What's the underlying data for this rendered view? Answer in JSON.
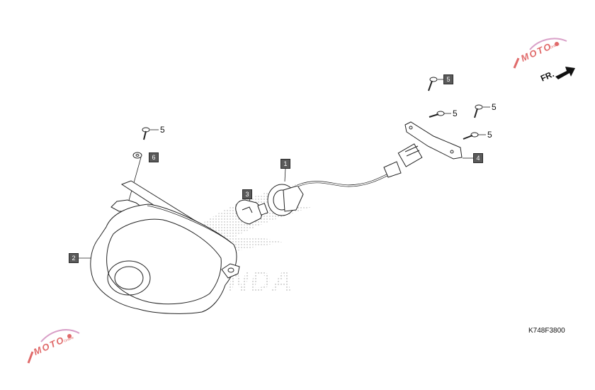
{
  "diagram": {
    "part_code": "K748F3800",
    "direction_label": "FR.",
    "brand_watermark": "HONDA",
    "corner_logo": "MOTO",
    "corner_logo_sub": "Online",
    "callouts": {
      "c1": "1",
      "c2": "2",
      "c3": "3",
      "c4": "4",
      "c5_boxed": "5",
      "c5_a": "5",
      "c5_b": "5",
      "c5_c": "5",
      "c5_d": "5",
      "c6": "6"
    }
  }
}
